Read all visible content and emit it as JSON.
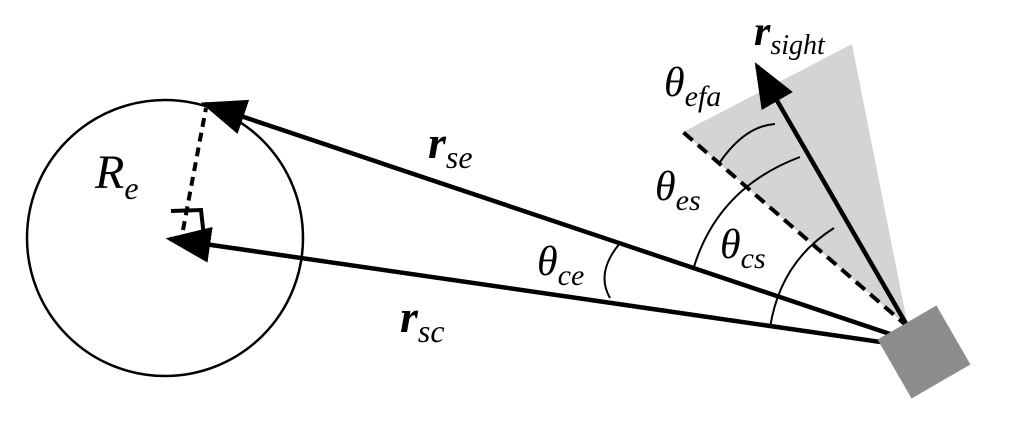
{
  "labels": {
    "earth_radius": {
      "main": "R",
      "sub": "e"
    },
    "r_se": {
      "main": "r",
      "sub": "se"
    },
    "r_sc": {
      "main": "r",
      "sub": "sc"
    },
    "r_sight": {
      "main": "r",
      "sub": "sight"
    },
    "theta_efa": {
      "main": "θ",
      "sub": "efa"
    },
    "theta_es": {
      "main": "θ",
      "sub": "es"
    },
    "theta_cs": {
      "main": "θ",
      "sub": "cs"
    },
    "theta_ce": {
      "main": "θ",
      "sub": "ce"
    }
  },
  "colors": {
    "line": "#000000",
    "fov_cone": "#d4d4d4",
    "spacecraft": "#8c8c8c",
    "background": "#ffffff"
  }
}
